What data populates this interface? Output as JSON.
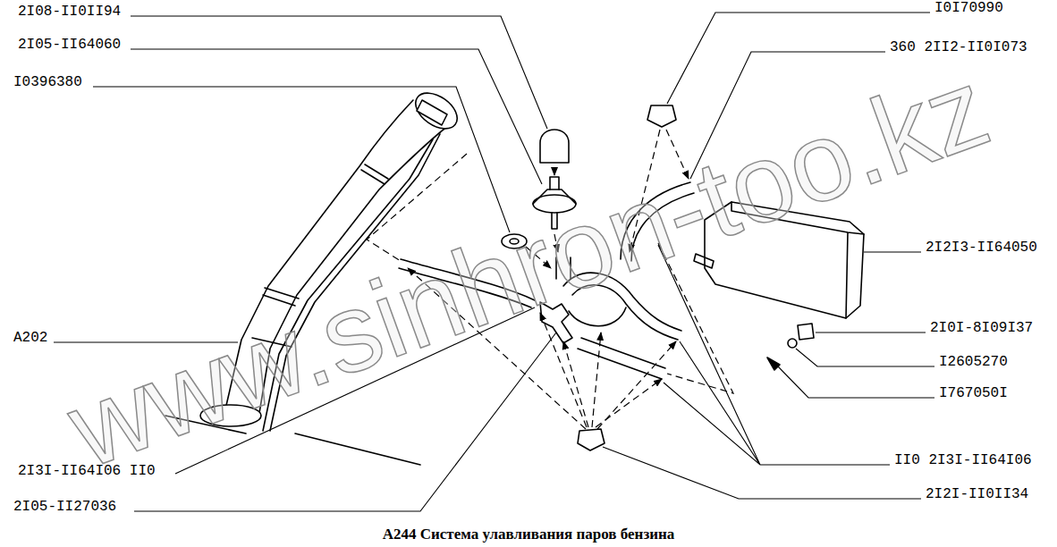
{
  "diagram": {
    "caption": "A244 Система улавливания паров бензина",
    "labels": [
      "2I08-II0II94",
      "2I05-II64060",
      "I0396380",
      "I0I70990",
      "360 2II2-II0I073",
      "2I2I3-II64050",
      "A202",
      "2I0I-8I09I37",
      "I2605270",
      "I767050I",
      "2I3I-II64I06 II0",
      "II0 2I3I-II64I06",
      "2I05-II27036",
      "2I2I-II0II34",
      "www.sinhron-too.kz"
    ]
  }
}
